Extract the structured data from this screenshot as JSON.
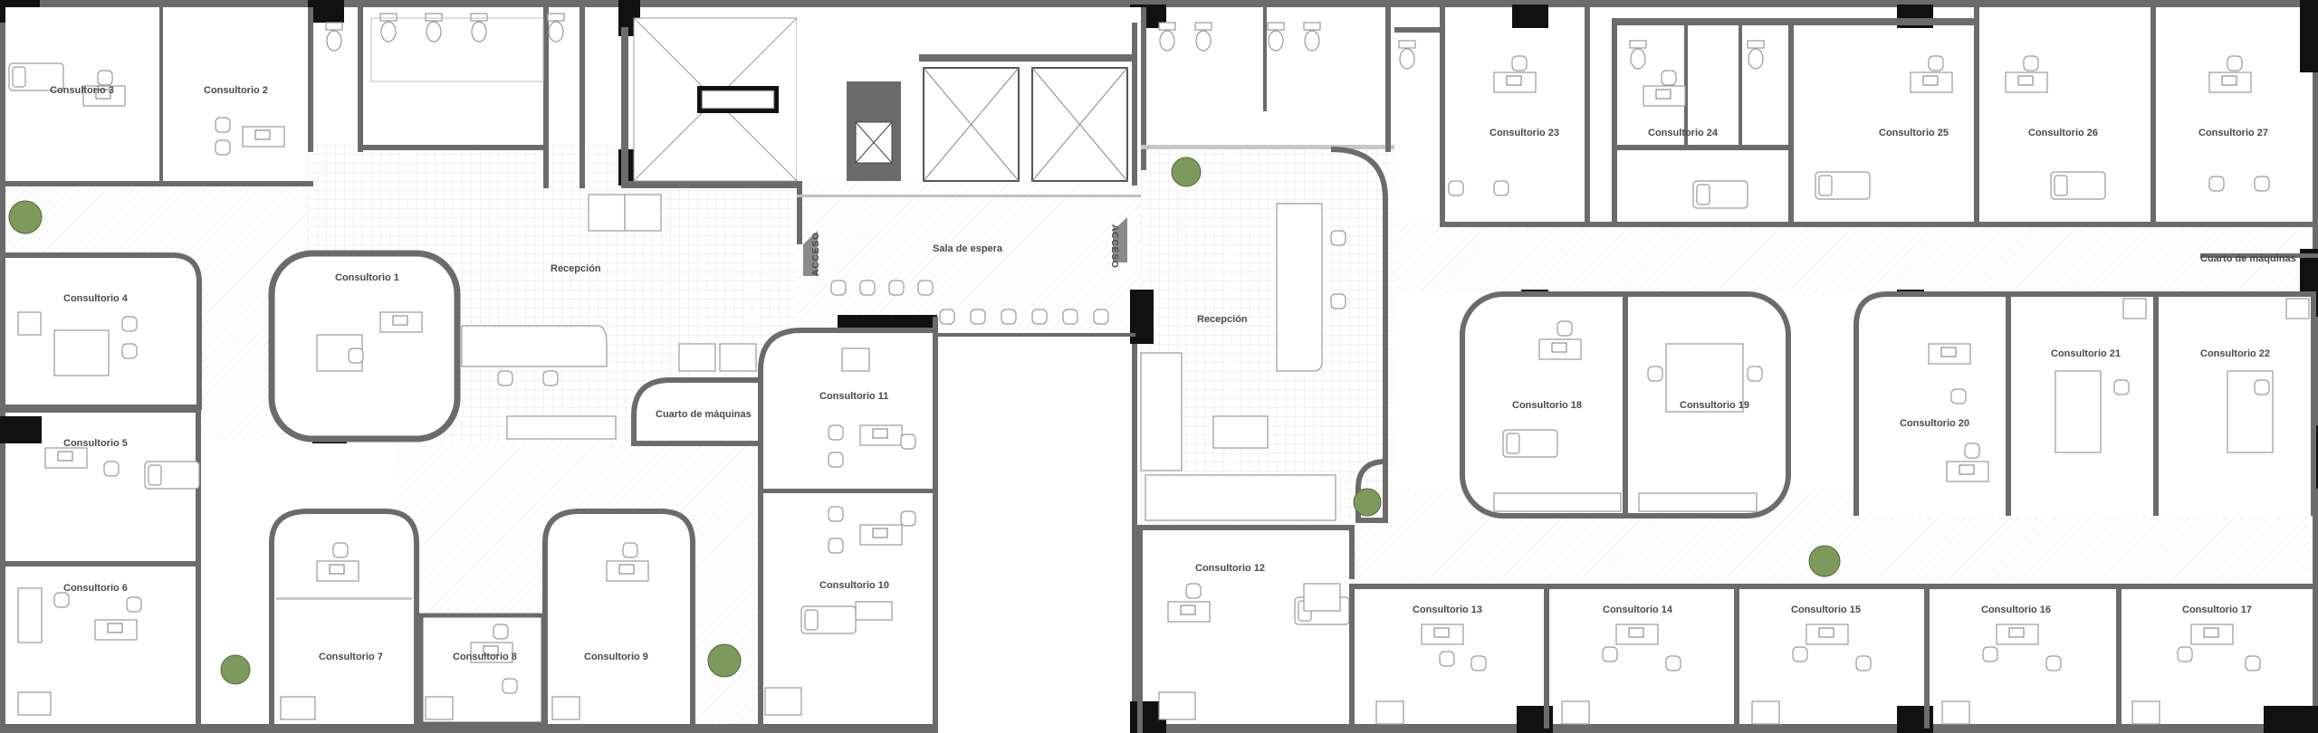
{
  "plan": {
    "rooms": {
      "c1": "Consultorio 1",
      "c2": "Consultorio 2",
      "c3": "Consultorio 3",
      "c4": "Consultorio 4",
      "c5": "Consultorio 5",
      "c6": "Consultorio 6",
      "c7": "Consultorio 7",
      "c8": "Consultorio 8",
      "c9": "Consultorio 9",
      "c10": "Consultorio 10",
      "c11": "Consultorio 11",
      "c12": "Consultorio 12",
      "c13": "Consultorio 13",
      "c14": "Consultorio 14",
      "c15": "Consultorio 15",
      "c16": "Consultorio 16",
      "c17": "Consultorio 17",
      "c18": "Consultorio 18",
      "c19": "Consultorio 19",
      "c20": "Consultorio 20",
      "c21": "Consultorio 21",
      "c22": "Consultorio 22",
      "c23": "Consultorio 23",
      "c24": "Consultorio 24",
      "c25": "Consultorio 25",
      "c26": "Consultorio 26",
      "c27": "Consultorio 27"
    },
    "reception_left": "Recepción",
    "reception_right": "Recepción",
    "waiting_room": "Sala de espera",
    "machine_room_left": "Cuarto de máquinas",
    "machine_room_right": "Cuarto de máquinas",
    "access_left": "ACCESO",
    "access_right": "ACCESO"
  }
}
